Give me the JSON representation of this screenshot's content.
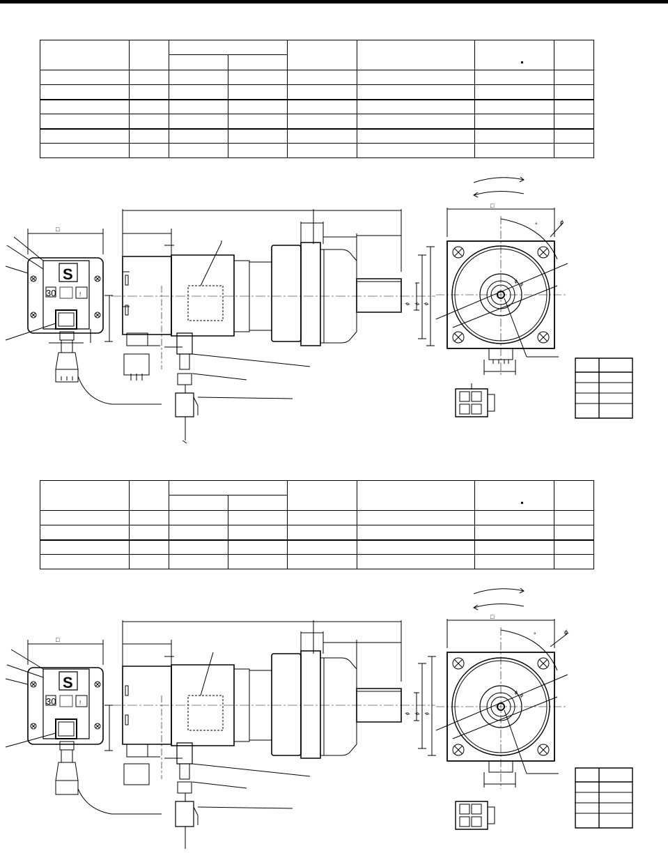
{
  "tables": [
    {
      "id": "table-1",
      "header_row_1": [
        "",
        "",
        "",
        "",
        "",
        "",
        ""
      ],
      "header_row_2": [
        "",
        ""
      ],
      "rows": [
        [
          "",
          "",
          "",
          "",
          "",
          "",
          "",
          ""
        ],
        [
          "",
          "",
          "",
          "",
          "",
          "",
          "",
          ""
        ],
        [
          "",
          "",
          "",
          "",
          "",
          "",
          "",
          ""
        ],
        [
          "",
          "",
          "",
          "",
          "",
          "",
          "",
          ""
        ],
        [
          "",
          "",
          "",
          "",
          "",
          "",
          "",
          ""
        ],
        [
          "",
          "",
          "",
          "",
          "",
          "",
          "",
          ""
        ]
      ]
    },
    {
      "id": "table-2",
      "header_row_1": [
        "",
        "",
        "",
        "",
        "",
        "",
        ""
      ],
      "header_row_2": [
        "",
        ""
      ],
      "rows": [
        [
          "",
          "",
          "",
          "",
          "",
          "",
          "",
          ""
        ],
        [
          "",
          "",
          "",
          "",
          "",
          "",
          "",
          ""
        ],
        [
          "",
          "",
          "",
          "",
          "",
          "",
          "",
          ""
        ],
        [
          "",
          "",
          "",
          "",
          "",
          "",
          "",
          ""
        ]
      ]
    }
  ],
  "drawing_labels": {
    "square_symbol": "□",
    "phi_symbol": "ϕ",
    "degree_symbol": "°",
    "s_logo": "S",
    "plate_number": "30",
    "warning_symbol": "!"
  },
  "pin_tables": [
    {
      "rows": [
        "",
        "",
        "",
        "",
        ""
      ]
    },
    {
      "rows": [
        "",
        "",
        "",
        "",
        ""
      ]
    }
  ]
}
